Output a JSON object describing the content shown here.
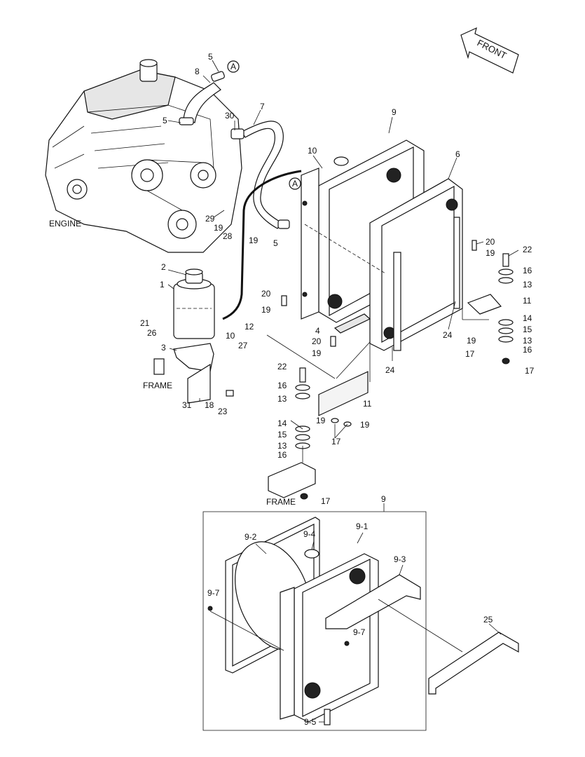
{
  "direction_label": "FRONT",
  "callout_marker": "A",
  "labels": {
    "engine": "ENGINE",
    "frame": "FRAME"
  },
  "callouts": [
    {
      "id": "c5a",
      "text": "5"
    },
    {
      "id": "c8",
      "text": "8"
    },
    {
      "id": "c5b",
      "text": "5"
    },
    {
      "id": "c30",
      "text": "30"
    },
    {
      "id": "c7",
      "text": "7"
    },
    {
      "id": "c9a",
      "text": "9"
    },
    {
      "id": "c10a",
      "text": "10"
    },
    {
      "id": "c6",
      "text": "6"
    },
    {
      "id": "c29",
      "text": "29"
    },
    {
      "id": "c19a",
      "text": "19"
    },
    {
      "id": "c28",
      "text": "28"
    },
    {
      "id": "c19b",
      "text": "19"
    },
    {
      "id": "c5c",
      "text": "5"
    },
    {
      "id": "c20a",
      "text": "20"
    },
    {
      "id": "c19c",
      "text": "19"
    },
    {
      "id": "c22a",
      "text": "22"
    },
    {
      "id": "c16a",
      "text": "16"
    },
    {
      "id": "c13a",
      "text": "13"
    },
    {
      "id": "c11a",
      "text": "11"
    },
    {
      "id": "c14a",
      "text": "14"
    },
    {
      "id": "c15a",
      "text": "15"
    },
    {
      "id": "c13b",
      "text": "13"
    },
    {
      "id": "c16b",
      "text": "16"
    },
    {
      "id": "c19d",
      "text": "19"
    },
    {
      "id": "c17a",
      "text": "17"
    },
    {
      "id": "c17b",
      "text": "17"
    },
    {
      "id": "c24a",
      "text": "24"
    },
    {
      "id": "c24b",
      "text": "24"
    },
    {
      "id": "c2",
      "text": "2"
    },
    {
      "id": "c1",
      "text": "1"
    },
    {
      "id": "c20b",
      "text": "20"
    },
    {
      "id": "c19e",
      "text": "19"
    },
    {
      "id": "c21",
      "text": "21"
    },
    {
      "id": "c26",
      "text": "26"
    },
    {
      "id": "c10b",
      "text": "10"
    },
    {
      "id": "c12",
      "text": "12"
    },
    {
      "id": "c4",
      "text": "4"
    },
    {
      "id": "c20c",
      "text": "20"
    },
    {
      "id": "c19f",
      "text": "19"
    },
    {
      "id": "c3",
      "text": "3"
    },
    {
      "id": "c27",
      "text": "27"
    },
    {
      "id": "c31",
      "text": "31"
    },
    {
      "id": "c18",
      "text": "18"
    },
    {
      "id": "c23",
      "text": "23"
    },
    {
      "id": "c22b",
      "text": "22"
    },
    {
      "id": "c16c",
      "text": "16"
    },
    {
      "id": "c13c",
      "text": "13"
    },
    {
      "id": "c11b",
      "text": "11"
    },
    {
      "id": "c14b",
      "text": "14"
    },
    {
      "id": "c15b",
      "text": "15"
    },
    {
      "id": "c13d",
      "text": "13"
    },
    {
      "id": "c16d",
      "text": "16"
    },
    {
      "id": "c19g",
      "text": "19"
    },
    {
      "id": "c19h",
      "text": "19"
    },
    {
      "id": "c17c",
      "text": "17"
    },
    {
      "id": "c17d",
      "text": "17"
    },
    {
      "id": "c9b",
      "text": "9"
    },
    {
      "id": "c9-2",
      "text": "9-2"
    },
    {
      "id": "c9-4",
      "text": "9-4"
    },
    {
      "id": "c9-1",
      "text": "9-1"
    },
    {
      "id": "c9-3",
      "text": "9-3"
    },
    {
      "id": "c9-7a",
      "text": "9-7"
    },
    {
      "id": "c9-7b",
      "text": "9-7"
    },
    {
      "id": "c25",
      "text": "25"
    },
    {
      "id": "c9-5",
      "text": "9-5"
    }
  ]
}
